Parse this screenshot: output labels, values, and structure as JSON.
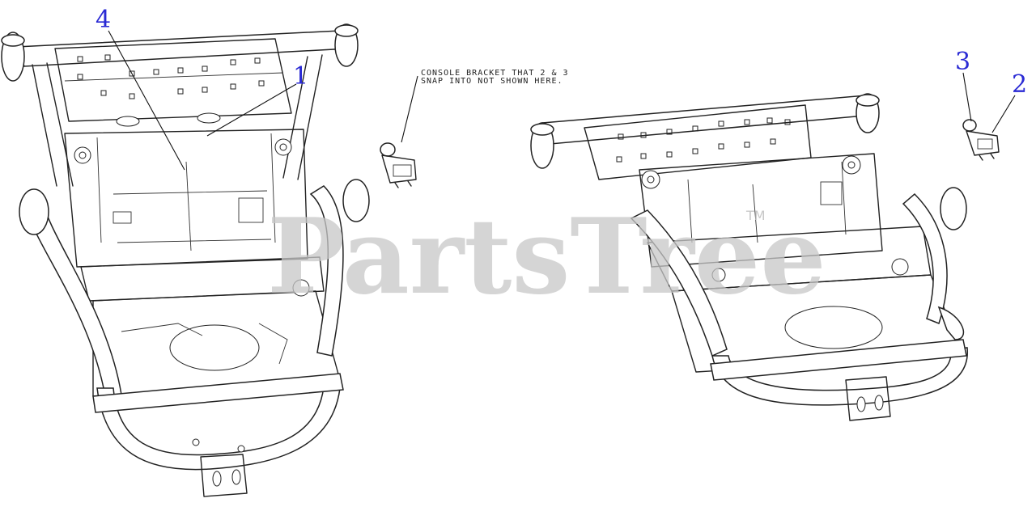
{
  "callouts": {
    "c1": "1",
    "c2": "2",
    "c3": "3",
    "c4": "4"
  },
  "note": {
    "line1": "CONSOLE BRACKET THAT 2 & 3",
    "line2": "SNAP INTO NOT SHOWN HERE."
  },
  "watermark": {
    "brand": "PartsTree",
    "trademark": "TM",
    "color": "#c8c8c8"
  },
  "colors": {
    "callout": "#2a2ad4",
    "line": "#222222"
  }
}
